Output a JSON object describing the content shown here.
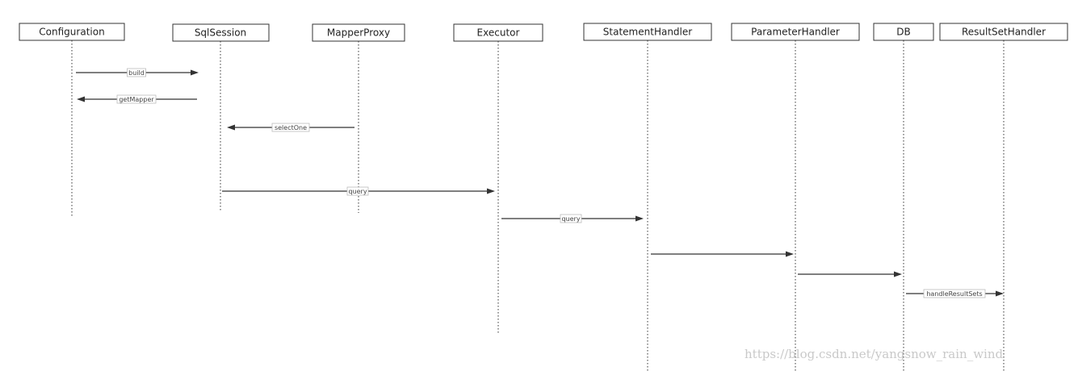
{
  "participants": [
    {
      "name": "Configuration"
    },
    {
      "name": "SqlSession"
    },
    {
      "name": "MapperProxy"
    },
    {
      "name": "Executor"
    },
    {
      "name": "StatementHandler"
    },
    {
      "name": "ParameterHandler"
    },
    {
      "name": "DB"
    },
    {
      "name": "ResultSetHandler"
    }
  ],
  "messages": [
    {
      "from": "Configuration",
      "to": "SqlSession",
      "label": "build"
    },
    {
      "from": "SqlSession",
      "to": "Configuration",
      "label": "getMapper"
    },
    {
      "from": "MapperProxy",
      "to": "SqlSession",
      "label": "selectOne"
    },
    {
      "from": "SqlSession",
      "to": "Executor",
      "label": "query"
    },
    {
      "from": "Executor",
      "to": "StatementHandler",
      "label": "query"
    },
    {
      "from": "StatementHandler",
      "to": "ParameterHandler",
      "label": ""
    },
    {
      "from": "ParameterHandler",
      "to": "DB",
      "label": ""
    },
    {
      "from": "DB",
      "to": "ResultSetHandler",
      "label": "handleResultSets"
    }
  ],
  "watermark": "https://blog.csdn.net/yangsnow_rain_wind",
  "colors": {
    "line": "#333333",
    "watermark": "#c9c9c9"
  }
}
